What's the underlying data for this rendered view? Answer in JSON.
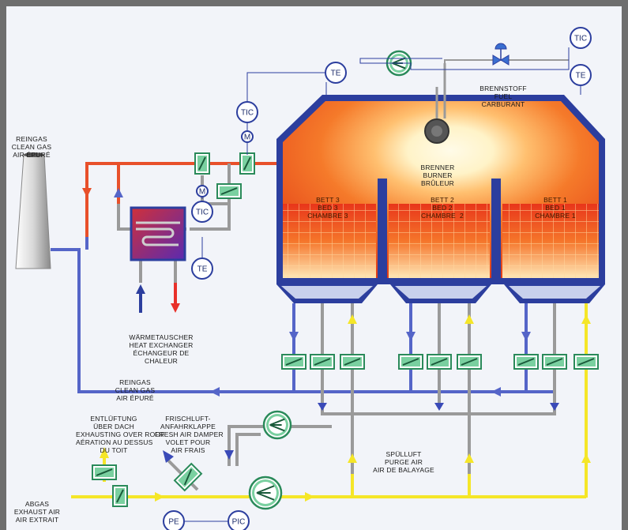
{
  "labels": {
    "reingas_top": [
      "REINGAS",
      "CLEAN GAS",
      "AIR ÉPURÉ"
    ],
    "brenner": [
      "BRENNER",
      "BURNER",
      "BRÛLEUR"
    ],
    "brennstoff": [
      "BRENNSTOFF",
      "FUEL",
      "CARBURANT"
    ],
    "bett3": [
      "BETT 3",
      "BED 3",
      "CHAMBRE 3"
    ],
    "bett2": [
      "BETT 2",
      "BED 2",
      "CHAMBRE  2"
    ],
    "bett1": [
      "BETT 1",
      "BED 1",
      "CHAMBRE 1"
    ],
    "waermetauscher": [
      "WÄRMETAUSCHER",
      "HEAT EXCHANGER",
      "ÉCHANGEUR DE",
      "CHALEUR"
    ],
    "reingas_bottom": [
      "REINGAS",
      "CLEAN GAS",
      "AIR ÉPURÉ"
    ],
    "entlueftung": [
      "ENTLÜFTUNG",
      "ÜBER DACH",
      "EXHAUSTING OVER ROOF",
      "AÉRATION AU DESSUS",
      "DU TOIT"
    ],
    "frischluft": [
      "FRISCHLUFT-",
      "ANFAHRKLAPPE",
      "FRESH AIR DAMPER",
      "VOLET POUR",
      "AIR FRAIS"
    ],
    "spuelluft": [
      "SPÜLLUFT",
      "PURGE AIR",
      "AIR DE BALAYAGE"
    ],
    "abgas": [
      "ABGAS",
      "EXHAUST AIR",
      "AIR EXTRAIT"
    ]
  },
  "instruments": {
    "te_top": "TE",
    "tic_top": "TIC",
    "m_top": "M",
    "m_mid": "M",
    "tic_mid": "TIC",
    "te_mid": "TE",
    "tic_right": "TIC",
    "te_right": "TE",
    "pe": "PE",
    "pic": "PIC"
  },
  "colors": {
    "hot_gas": "#e8502a",
    "clean_gas": "#5565c8",
    "exhaust": "#f5e628",
    "pipe_gray": "#9a9a9a",
    "vessel_border": "#2c3e9e",
    "valve_green": "#2a8a5a",
    "instrument_blue": "#2c3e9e",
    "fuel_valve": "#3a6ed0"
  },
  "icons": [
    "fan-icon",
    "damper-valve-icon",
    "heat-exchanger-icon",
    "burner-icon",
    "stack-icon",
    "arrow-icon"
  ]
}
